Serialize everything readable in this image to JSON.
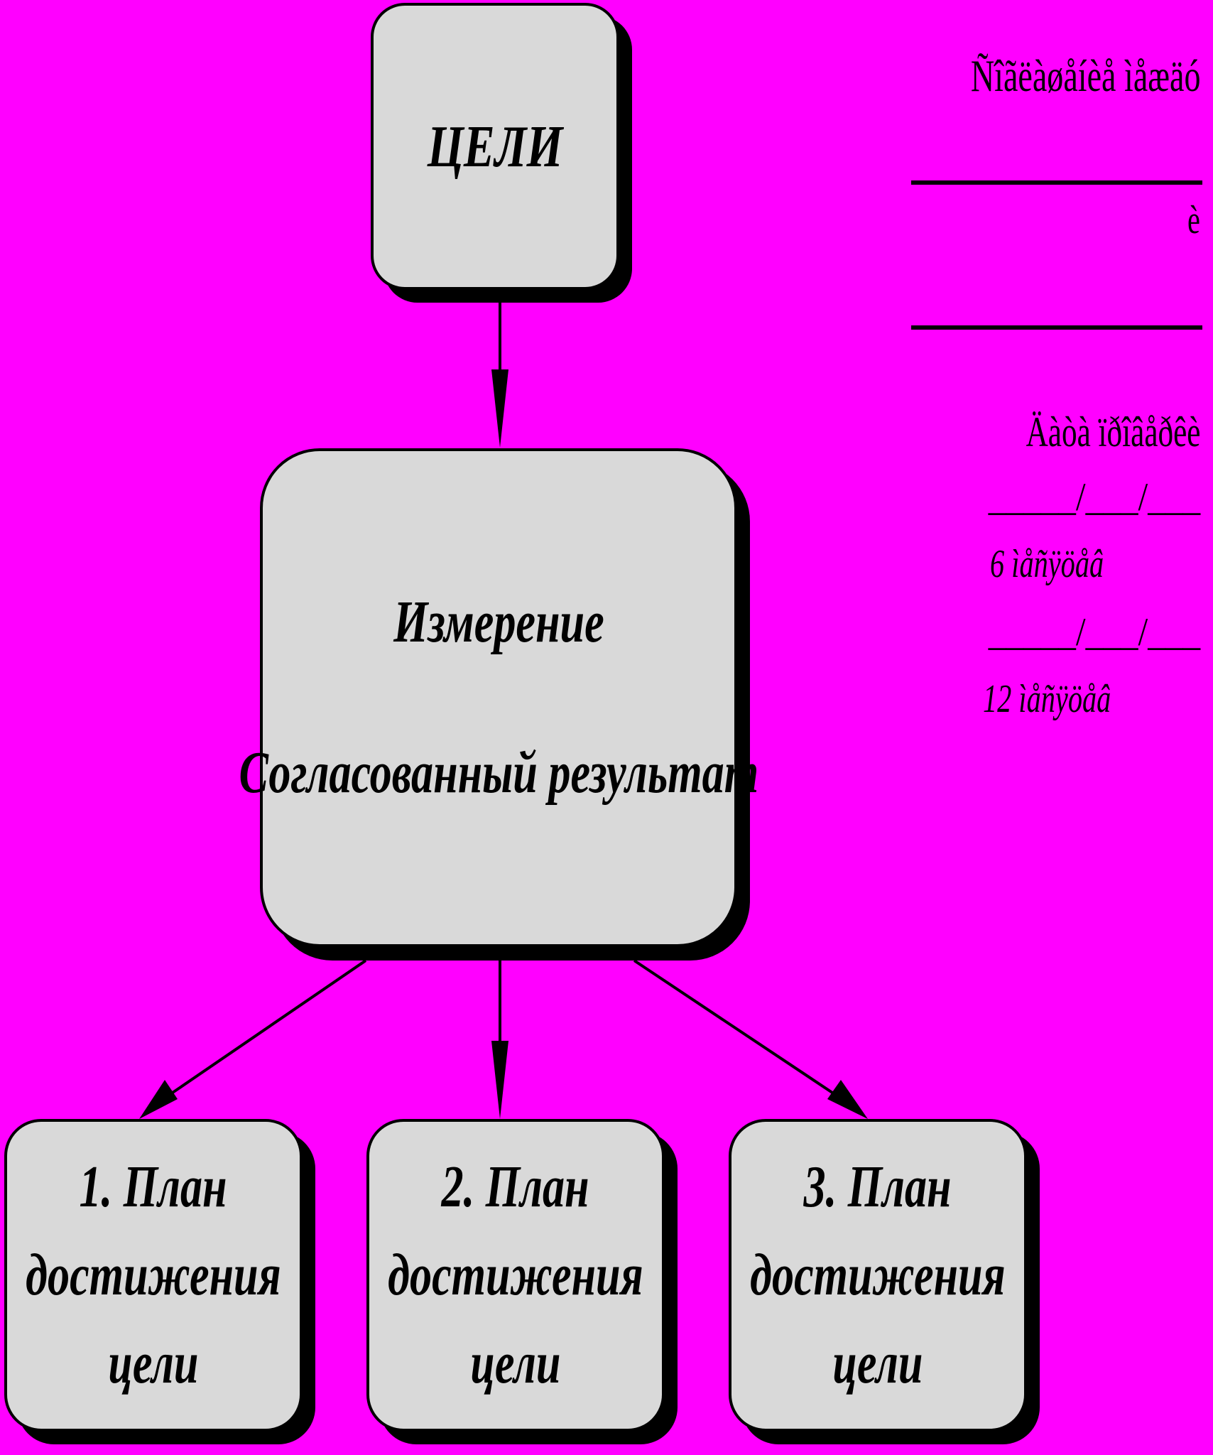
{
  "colors": {
    "background": "#ff00ff",
    "box_fill": "#d9d9d9",
    "stroke": "#000000"
  },
  "diagram": {
    "goals": {
      "label": "ЦЕЛИ"
    },
    "measure": {
      "line1": "Измерение",
      "line2": "Согласованный результат"
    },
    "plans": [
      {
        "line1": "1. План",
        "line2": "достижения",
        "line3": "цели"
      },
      {
        "line1": "2. План",
        "line2": "достижения",
        "line3": "цели"
      },
      {
        "line1": "3. План",
        "line2": "достижения",
        "line3": "цели"
      }
    ],
    "edges": [
      {
        "from": "goals",
        "to": "measure"
      },
      {
        "from": "measure",
        "to": "plan-1"
      },
      {
        "from": "measure",
        "to": "plan-2"
      },
      {
        "from": "measure",
        "to": "plan-3"
      }
    ]
  },
  "side_panel": {
    "agreed_text": "Ñîãëàøåíèå ìåæäó",
    "and_text": "è",
    "review_date_label": "Äàòà ïðîâåðêè",
    "date_blank_1": "_____/___/___",
    "six_months": "6  ìåñÿöåâ",
    "date_blank_2": "_____/___/___",
    "twelve_months": "12  ìåñÿöåâ"
  }
}
